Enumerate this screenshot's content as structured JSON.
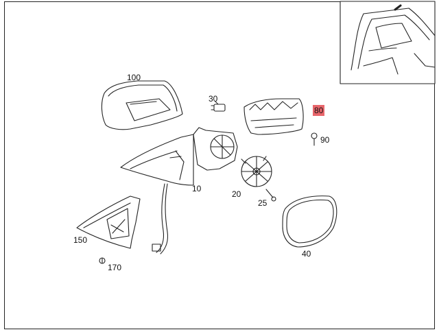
{
  "diagram": {
    "highlight_color": "#e8666b",
    "parts": [
      {
        "id": "p100",
        "number": "100",
        "highlighted": false
      },
      {
        "id": "p30",
        "number": "30",
        "highlighted": false
      },
      {
        "id": "p80",
        "number": "80",
        "highlighted": true
      },
      {
        "id": "p90",
        "number": "90",
        "highlighted": false
      },
      {
        "id": "p10",
        "number": "10",
        "highlighted": false
      },
      {
        "id": "p20",
        "number": "20",
        "highlighted": false
      },
      {
        "id": "p25",
        "number": "25",
        "highlighted": false
      },
      {
        "id": "p40",
        "number": "40",
        "highlighted": false
      },
      {
        "id": "p150",
        "number": "150",
        "highlighted": false
      },
      {
        "id": "p170",
        "number": "170",
        "highlighted": false
      }
    ]
  }
}
